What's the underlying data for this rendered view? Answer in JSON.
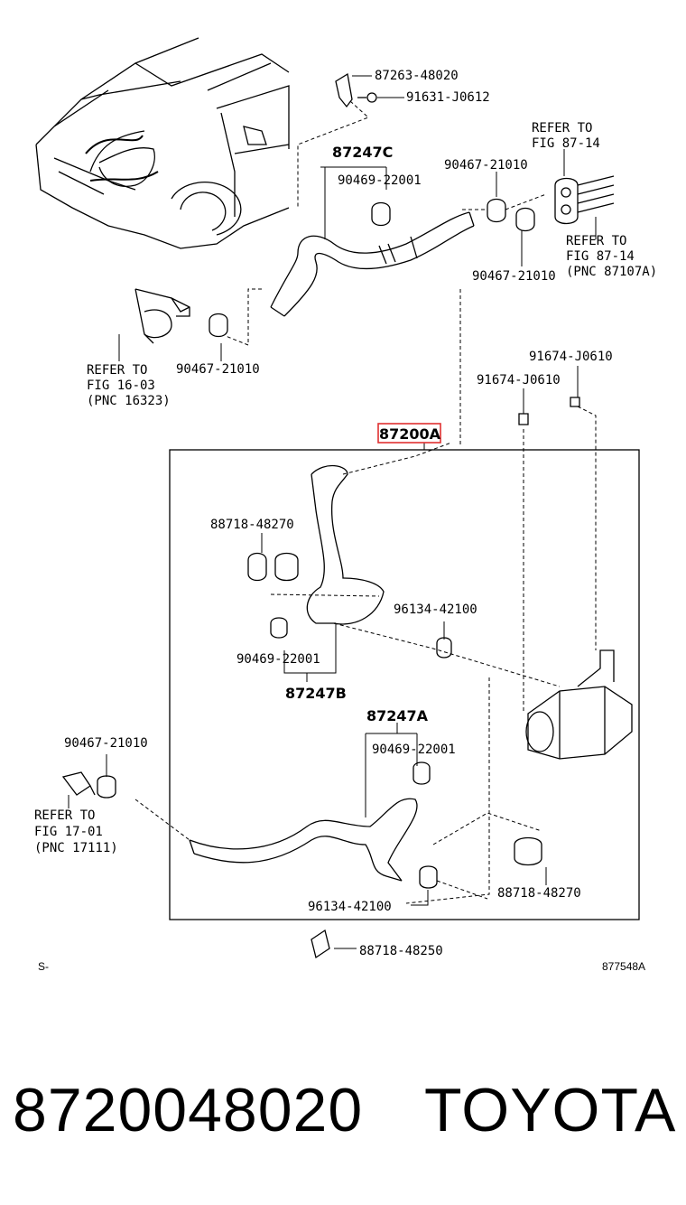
{
  "diagram": {
    "callouts": {
      "c1": "87263-48020",
      "c2": "91631-J0612",
      "c3": "87247C",
      "c4": "90469-22001",
      "c5": "90467-21010",
      "c6": "90467-21010",
      "c7": "90467-21010",
      "c8": "91674-J0610",
      "c9": "91674-J0610",
      "c10": "87200A",
      "c11": "88718-48270",
      "c12": "96134-42100",
      "c13": "90469-22001",
      "c14": "87247B",
      "c15": "87247A",
      "c16": "90469-22001",
      "c17": "90467-21010",
      "c18": "96134-42100",
      "c19": "88718-48270",
      "c20": "88718-48250"
    },
    "refers": {
      "r1": [
        "REFER TO",
        "FIG 87-14"
      ],
      "r2": [
        "REFER TO",
        "FIG 87-14",
        "(PNC 87107A)"
      ],
      "r3": [
        "REFER TO",
        "FIG 16-03",
        "(PNC 16323)"
      ],
      "r4": [
        "REFER TO",
        "FIG 17-01",
        "(PNC 17111)"
      ]
    },
    "code_left": "S-",
    "code_right": "877548A"
  },
  "footer": {
    "part_number": "8720048020",
    "brand": "TOYOTA"
  },
  "colors": {
    "line": "#000000",
    "highlight": "#e03030",
    "background": "#ffffff"
  }
}
